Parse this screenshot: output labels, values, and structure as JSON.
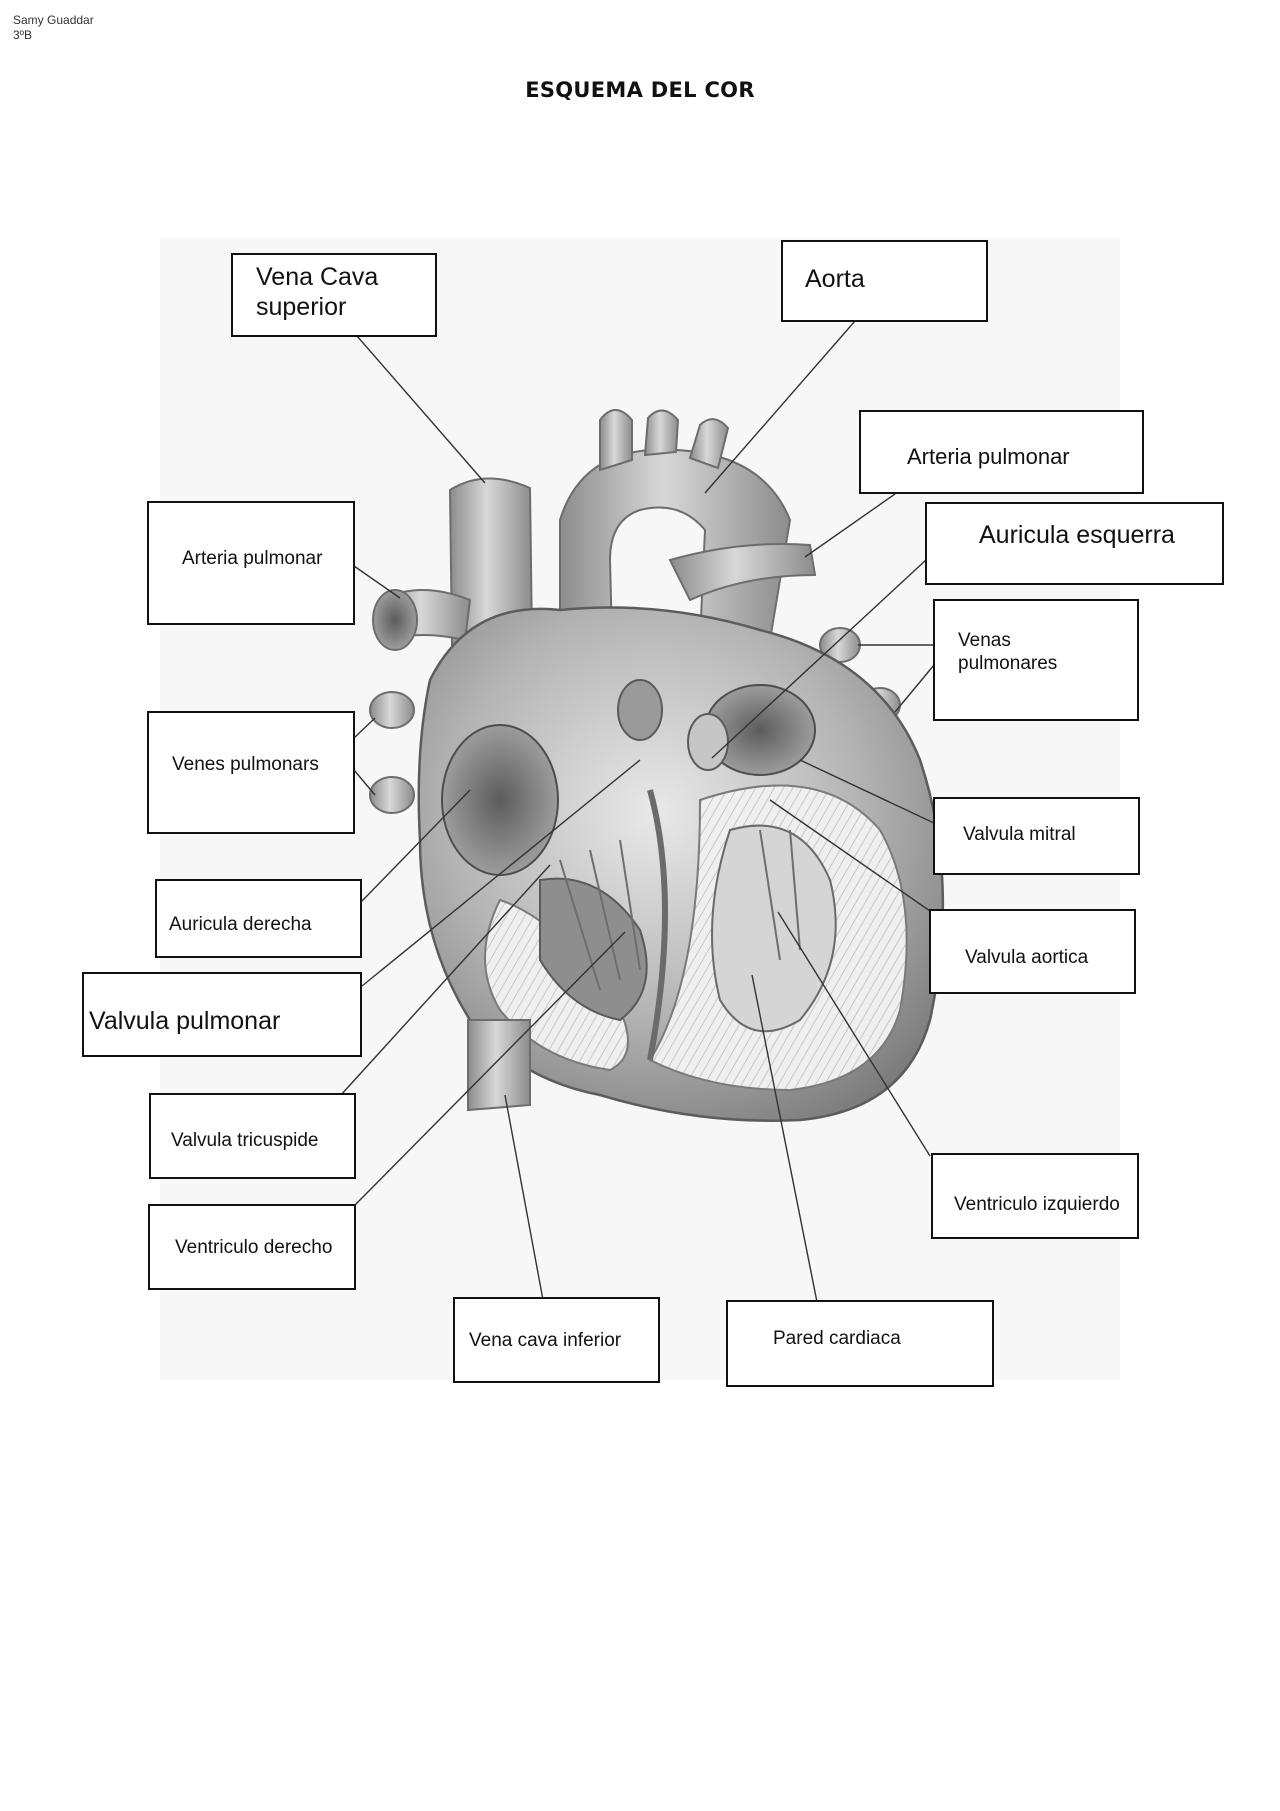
{
  "header": {
    "author_name": "Samy Guaddar",
    "author_class": "3ºB"
  },
  "title": "ESQUEMA DEL COR",
  "labels": {
    "vena_cava_superior": "Vena Cava\nsuperior",
    "aorta": "Aorta",
    "arteria_pulmonar_right": "Arteria pulmonar",
    "auricula_esquerra": "Auricula esquerra",
    "arteria_pulmonar_left": "Arteria pulmonar",
    "venas_pulmonares": "Venas\npulmonares",
    "venes_pulmonars": "Venes pulmonars",
    "valvula_mitral": "Valvula mitral",
    "auricula_derecha": "Auricula derecha",
    "valvula_aortica": "Valvula aortica",
    "valvula_pulmonar": "Valvula pulmonar",
    "valvula_tricuspide": "Valvula tricuspide",
    "ventriculo_izquierdo": "Ventriculo izquierdo",
    "ventriculo_derecho": "Ventriculo derecho",
    "vena_cava_inferior": "Vena cava inferior",
    "pared_cardiaca": "Pared cardiaca"
  },
  "colors": {
    "label_border": "#111111",
    "leader_line": "#333333",
    "heart_tissue": "#8a8a8a"
  }
}
